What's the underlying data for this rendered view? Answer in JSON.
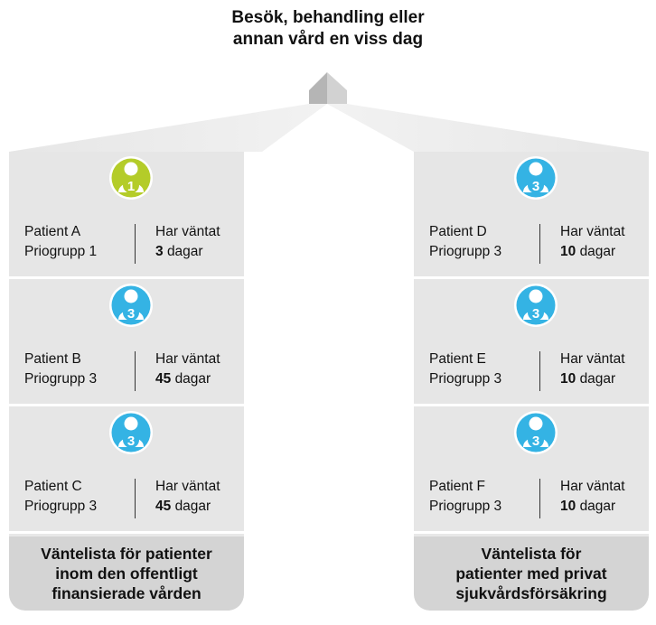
{
  "title": {
    "line1": "Besök, behandling eller",
    "line2": "annan vård en viss dag"
  },
  "colors": {
    "green": "#b4cc29",
    "blue": "#34b3e4",
    "panel": "#e6e6e6",
    "footer": "#d4d4d4"
  },
  "columns": [
    {
      "footer": [
        "Väntelista för patienter",
        "inom den offentligt",
        "finansierade vården"
      ],
      "patients": [
        {
          "name": "Patient A",
          "group": "Priogrupp 1",
          "wait_label": "Har väntat",
          "days": "3",
          "unit": "dagar",
          "badge": "1",
          "color": "green"
        },
        {
          "name": "Patient B",
          "group": "Priogrupp 3",
          "wait_label": "Har väntat",
          "days": "45",
          "unit": "dagar",
          "badge": "3",
          "color": "blue"
        },
        {
          "name": "Patient C",
          "group": "Priogrupp 3",
          "wait_label": "Har väntat",
          "days": "45",
          "unit": "dagar",
          "badge": "3",
          "color": "blue"
        }
      ]
    },
    {
      "footer": [
        "Väntelista för",
        "patienter med privat",
        "sjukvårdsförsäkring"
      ],
      "patients": [
        {
          "name": "Patient D",
          "group": "Priogrupp 3",
          "wait_label": "Har väntat",
          "days": "10",
          "unit": "dagar",
          "badge": "3",
          "color": "blue"
        },
        {
          "name": "Patient E",
          "group": "Priogrupp 3",
          "wait_label": "Har väntat",
          "days": "10",
          "unit": "dagar",
          "badge": "3",
          "color": "blue"
        },
        {
          "name": "Patient F",
          "group": "Priogrupp 3",
          "wait_label": "Har väntat",
          "days": "10",
          "unit": "dagar",
          "badge": "3",
          "color": "blue"
        }
      ]
    }
  ]
}
